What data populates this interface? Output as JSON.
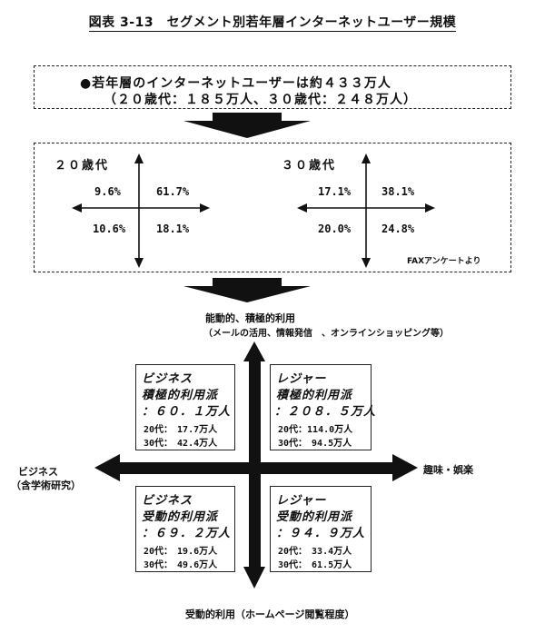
{
  "title": "図表 3-13　セグメント別若年層インターネットユーザー規模",
  "summary": {
    "line1": "●若年層のインターネットユーザーは約４３３万人",
    "line2": "（２０歳代：１８５万人、３０歳代：２４８万人）"
  },
  "age_groups": [
    {
      "label": "２０歳代",
      "top_left": "9.6%",
      "top_right": "61.7%",
      "bottom_left": "10.6%",
      "bottom_right": "18.1%"
    },
    {
      "label": "３０歳代",
      "top_left": "17.1%",
      "top_right": "38.1%",
      "bottom_left": "20.0%",
      "bottom_right": "24.8%"
    }
  ],
  "source_note": "FAXアンケートより",
  "axes": {
    "top_line1": "能動的、積極的利用",
    "top_line2": "（メールの活用、情報発信　、オンラインショッピング等）",
    "bottom": "受動的利用（ホームページ閲覧程度）",
    "left_line1": "ビジネス",
    "left_line2": "（含学術研究）",
    "right": "趣味・娯楽"
  },
  "quadrants": [
    {
      "line1": "ビジネス",
      "line2": "積極的利用派",
      "total": "：６０．１万人",
      "row20": "20代：　17.7万人",
      "row30": "30代：　42.4万人"
    },
    {
      "line1": "レジャー",
      "line2": "積極的利用派",
      "total": "：２０８．５万人",
      "row20": "20代：114.0万人",
      "row30": "30代：　94.5万人"
    },
    {
      "line1": "ビジネス",
      "line2": "受動的利用派",
      "total": "：６９．２万人",
      "row20": "20代：　19.6万人",
      "row30": "30代：　49.6万人"
    },
    {
      "line1": "レジャー",
      "line2": "受動的利用派",
      "total": "：９４．９万人",
      "row20": "20代：　33.4万人",
      "row30": "30代：　61.5万人"
    }
  ]
}
